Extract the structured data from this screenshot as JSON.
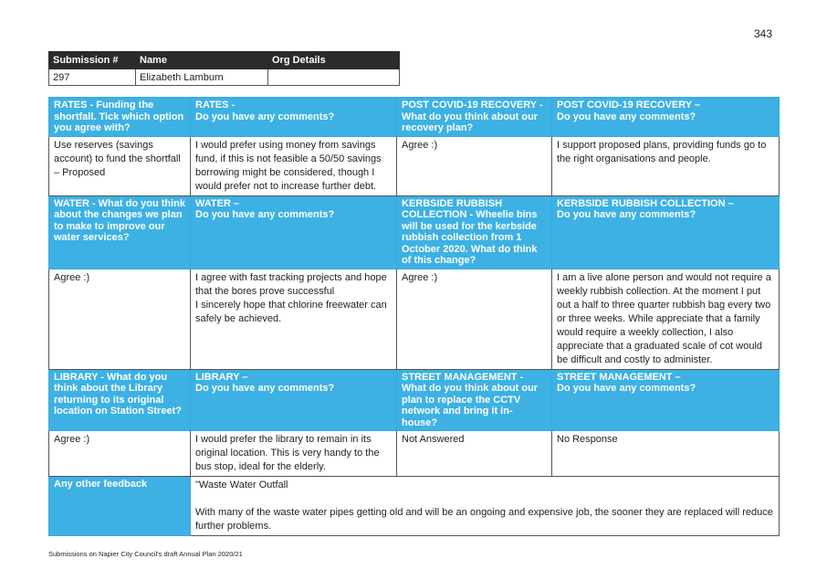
{
  "page_number": "343",
  "submission": {
    "headers": [
      "Submission #",
      "Name",
      "Org Details"
    ],
    "number": "297",
    "name": "Elizabeth Lamburn",
    "org": ""
  },
  "rates": {
    "q1_bold": "RATES - Funding the shortfall. Tick which option you agree with?",
    "q2_title": "RATES -",
    "q2_sub": "Do you have any comments?",
    "a1": "Use reserves (savings account) to fund the shortfall – Proposed",
    "a2": "I would prefer using money from  savings fund, if this is not feasible a 50/50 savings borrowing might be considered, though I would prefer not to  increase further debt."
  },
  "covid": {
    "q1": "POST COVID-19 RECOVERY - What do you think about our recovery plan?",
    "q2_title": "POST COVID-19 RECOVERY –",
    "q2_sub": "Do you have any comments?",
    "a1": "Agree :)",
    "a2": "I support  proposed plans, providing  funds go to the right organisations  and people."
  },
  "water": {
    "q1": "WATER - What do you think about the changes we plan to make to improve our water services?",
    "q2_title": "WATER –",
    "q2_sub": "Do you have any comments?",
    "a1": "Agree :)",
    "a2_line1": "I agree with fast tracking projects and hope that the bores prove successful",
    "a2_line2": "I sincerely hope that chlorine freewater  can safely be achieved."
  },
  "kerbside": {
    "q1": "KERBSIDE RUBBISH COLLECTION - Wheelie bins will be used for the kerbside rubbish collection from 1 October 2020. What do think of this change?",
    "q2_title": "KERBSIDE RUBBISH COLLECTION –",
    "q2_sub": "Do you have any comments?",
    "a1": "Agree :)",
    "a2": "I am a live alone person and would not require a weekly  rubbish collection. At the moment I put out a  half to three quarter  rubbish bag every two or three weeks. While  appreciate  that  a family  would require a weekly collection, I also appreciate that a graduated  scale of cot would be difficult  and costly to administer."
  },
  "library": {
    "q1": "LIBRARY - What do you think about the Library returning to its original location on Station Street?",
    "q2_title": "LIBRARY –",
    "q2_sub": "Do you have any comments?",
    "a1": "Agree :)",
    "a2": "I would prefer the library to remain in its original location.  This is very handy to the bus stop, ideal for the elderly."
  },
  "street": {
    "q1": "STREET MANAGEMENT - What do you think about our plan to replace the CCTV network and bring it in-house?",
    "q2_title": "STREET MANAGEMENT –",
    "q2_sub": "Do you have any comments?",
    "a1": "Not Answered",
    "a2": "No Response"
  },
  "feedback": {
    "label": "Any other feedback",
    "line1": "\"Waste Water Outfall",
    "line2": "With many of the waste water pipes getting old and will be an ongoing and expensive job, the sooner they are replaced will reduce further problems."
  },
  "footer": "Submissions on Napier City Council's draft Annual Plan 2020/21",
  "colors": {
    "header_blue": "#3db1e4",
    "header_dark": "#2b2b2b"
  }
}
